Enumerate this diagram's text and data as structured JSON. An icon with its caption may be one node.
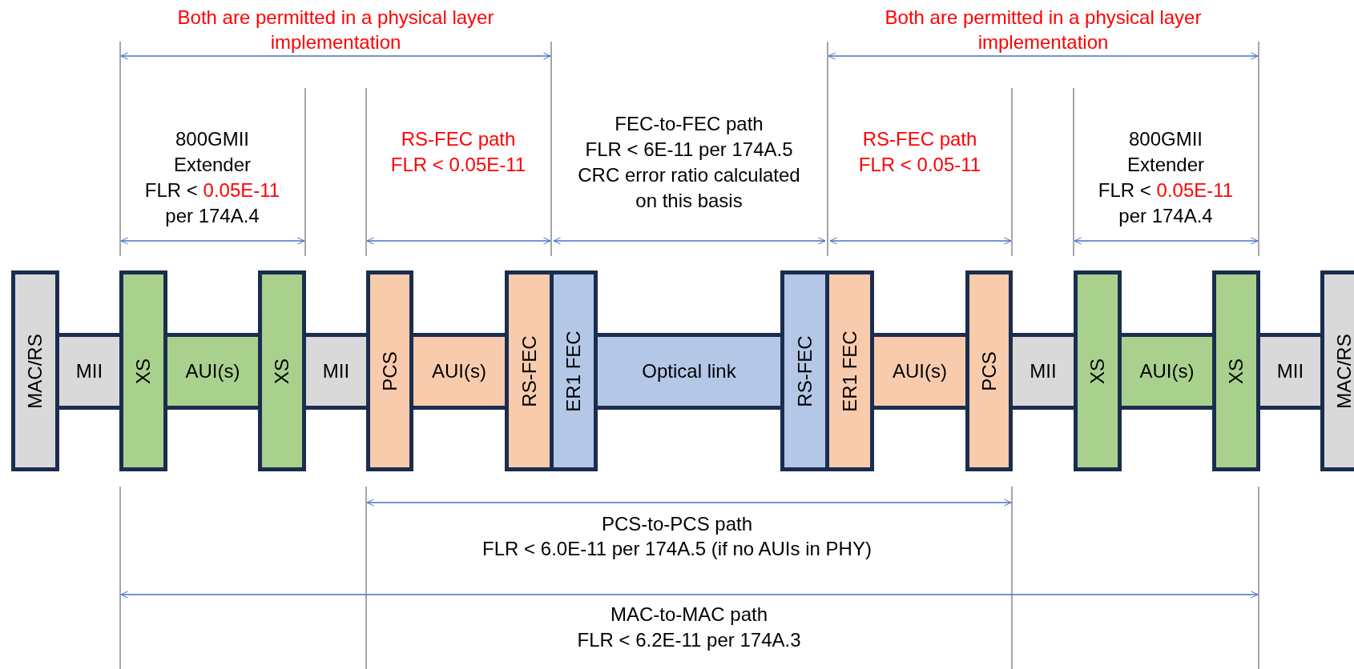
{
  "diagram": {
    "nodes": [
      {
        "text": [
          "MAC/RS"
        ]
      },
      {
        "text": [
          "MII"
        ]
      },
      {
        "text": [
          "XS"
        ]
      },
      {
        "text": [
          "AUI(s)"
        ]
      },
      {
        "text": [
          "XS"
        ]
      },
      {
        "text": [
          "MII"
        ]
      },
      {
        "text": [
          "PCS"
        ]
      },
      {
        "text": [
          "AUI(s)"
        ]
      },
      {
        "text": [
          "RS-FEC"
        ]
      },
      {
        "text": [
          "ER1 FEC"
        ]
      },
      {
        "text": [
          "Optical link"
        ]
      },
      {
        "text": [
          "RS-FEC"
        ]
      },
      {
        "text": [
          "ER1 FEC"
        ]
      },
      {
        "text": [
          "AUI(s)"
        ]
      },
      {
        "text": [
          "PCS"
        ]
      },
      {
        "text": [
          "MII"
        ]
      },
      {
        "text": [
          "XS"
        ]
      },
      {
        "text": [
          "AUI(s)"
        ]
      },
      {
        "text": [
          "XS"
        ]
      },
      {
        "text": [
          "MII"
        ]
      },
      {
        "text": [
          "MAC/RS"
        ]
      }
    ],
    "labels": [
      "Both are permitted in a physical layer",
      "implementation",
      "800GMII",
      "Extender",
      "FLR <",
      "0.05E-11",
      "per 174A.4",
      "RS-FEC path",
      "FLR < 0.05E-11",
      "FEC-to-FEC path",
      "FLR < 6E-11 per 174A.5",
      "CRC error ratio calculated",
      "on this basis",
      "Both are permitted in a physical layer",
      "implementation",
      "RS-FEC path",
      "FLR < 0.05-11",
      "800GMII",
      "Extender",
      "FLR <",
      "0.05E-11",
      "per 174A.4",
      "PCS-to-PCS path",
      "FLR < 6.0E-11 per 174A.5 (if no AUIs in PHY)",
      "MAC-to-MAC path",
      "FLR < 6.2E-11 per 174A.3"
    ]
  }
}
